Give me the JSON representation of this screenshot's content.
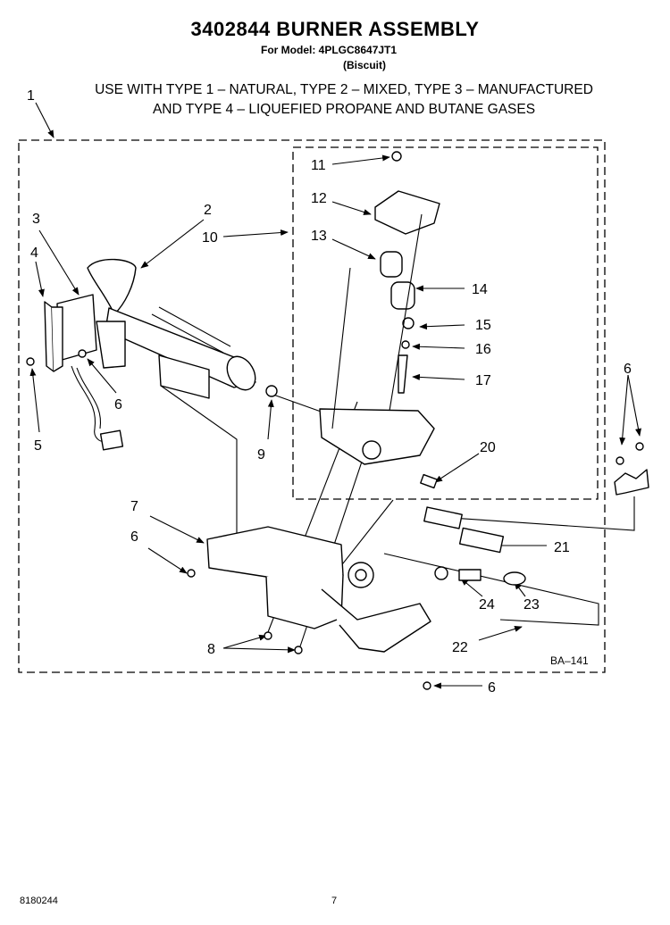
{
  "header": {
    "title": "3402844 BURNER ASSEMBLY",
    "model": "For Model: 4PLGC8647JT1",
    "color": "(Biscuit)",
    "gas_line_1": "USE WITH TYPE 1 – NATURAL, TYPE 2 – MIXED, TYPE 3 – MANUFACTURED",
    "gas_line_2": "AND TYPE 4 – LIQUEFIED PROPANE AND BUTANE GASES"
  },
  "callouts": {
    "c1": "1",
    "c2": "2",
    "c3": "3",
    "c4": "4",
    "c5": "5",
    "c6a": "6",
    "c6b": "6",
    "c6c": "6",
    "c6d": "6",
    "c7": "7",
    "c8": "8",
    "c9": "9",
    "c10": "10",
    "c11": "11",
    "c12": "12",
    "c13": "13",
    "c14": "14",
    "c15": "15",
    "c16": "16",
    "c17": "17",
    "c20": "20",
    "c21": "21",
    "c22": "22",
    "c23": "23",
    "c24": "24"
  },
  "diagram_code": "BA–141",
  "footer": {
    "doc_number": "8180244",
    "page": "7"
  }
}
